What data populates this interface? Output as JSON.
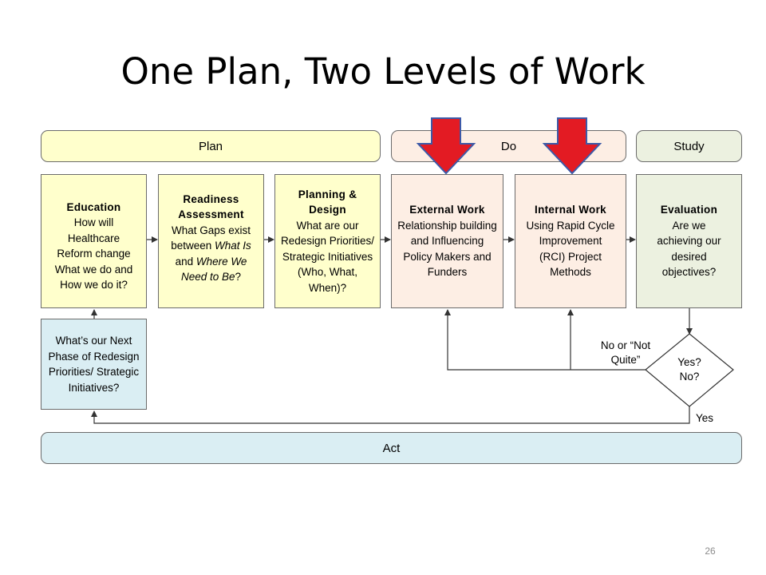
{
  "title": "One Plan, Two Levels of Work",
  "phases": {
    "plan": "Plan",
    "do": "Do",
    "study": "Study",
    "act": "Act"
  },
  "boxes": {
    "education": {
      "heading": "Education",
      "lines": [
        "How will",
        "Healthcare",
        "Reform change",
        "What we do and",
        "How we do it?"
      ]
    },
    "readiness": {
      "heading": "Readiness Assessment",
      "line1": "What Gaps exist",
      "line2_pre": "between ",
      "line2_em": "What Is",
      "line3_pre": "and ",
      "line3_em": "Where We",
      "line4_em": "Need to Be",
      "line4_post": "?"
    },
    "planning": {
      "heading": "Planning & Design",
      "text": "What are our Redesign Priorities/ Strategic Initiatives (Who, What, When)?"
    },
    "external": {
      "heading": "External Work",
      "text": "Relationship building and Influencing Policy Makers and Funders"
    },
    "internal": {
      "heading": "Internal Work",
      "text": "Using Rapid Cycle Improvement (RCI) Project Methods"
    },
    "evaluation": {
      "heading": "Evaluation",
      "text": "Are we achieving our desired objectives?"
    },
    "next_phase": {
      "text": "What’s our Next Phase of Redesign Priorities/ Strategic Initiatives?"
    }
  },
  "decision": {
    "text": "Yes? No?"
  },
  "labels": {
    "no_not_quite": "No or “Not Quite”",
    "yes": "Yes"
  },
  "colors": {
    "plan_fill": "#ffffcc",
    "do_fill": "#fdeee4",
    "study_fill": "#ecf1e0",
    "act_fill": "#daeef3",
    "highlight_arrow": "#e31b23",
    "highlight_arrow_outline": "#3c5aa8"
  },
  "page_number": "26"
}
